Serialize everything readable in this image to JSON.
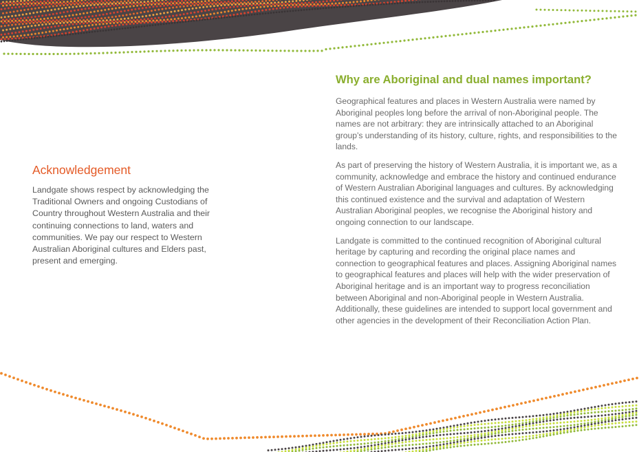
{
  "acknowledgement": {
    "heading": "Acknowledgement",
    "body": "Landgate shows respect by acknowledging the Traditional Owners and ongoing Custodians of Country throughout Western Australia and their continuing connections to land, waters and communities. We pay our respect to Western Australian Aboriginal cultures and Elders past, present and emerging."
  },
  "main": {
    "heading": "Why are Aboriginal and dual names important?",
    "paragraphs": [
      "Geographical features and places in Western Australia were named by Aboriginal peoples long before the arrival of non-Aboriginal people. The names are not arbitrary: they are intrinsically attached to an Aboriginal group’s understanding of its history, culture, rights, and responsibilities to the lands.",
      "As part of preserving the history of Western Australia, it is important we, as a community, acknowledge and embrace the history and continued endurance of Western Australian Aboriginal languages and cultures. By acknowledging this continued existence and the survival and adaptation of Western Australian Aboriginal peoples, we recognise the Aboriginal history and ongoing connection to our landscape.",
      "Landgate is committed to the continued recognition of Aboriginal cultural heritage by capturing and recording the original place names and connection to geographical features and places. Assigning Aboriginal names to geographical features and places will help with the wider preservation of Aboriginal heritage and is an important way to progress reconciliation between Aboriginal and non-Aboriginal people in Western Australia. Additionally, these guidelines are intended to support local government and other agencies in the development of their Reconciliation Action Plan."
    ]
  },
  "colors": {
    "heading_orange": "#e45a26",
    "heading_green": "#8aae2e",
    "body_text": "#5a5a5a",
    "dot_dark": "#4a4446",
    "dot_red": "#d8432e",
    "dot_orange": "#ef8a2c",
    "dot_green": "#92b93a",
    "dot_lime": "#c6dd3c"
  }
}
